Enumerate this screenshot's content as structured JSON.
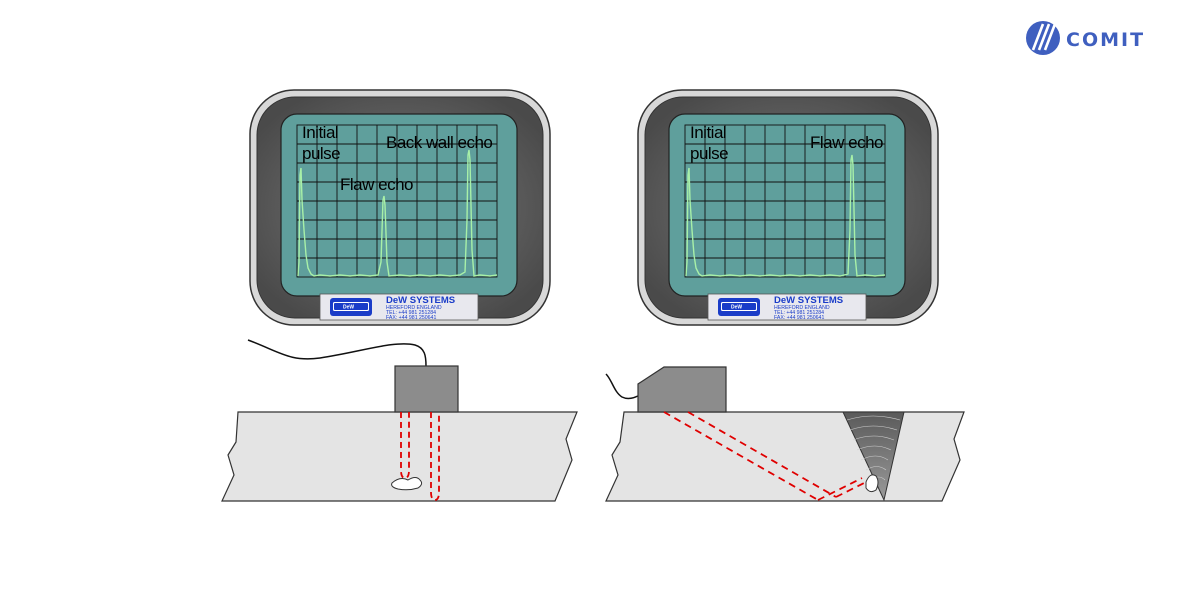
{
  "logo": {
    "text": "COMIT",
    "color": "#3f5fbf"
  },
  "monitor_brand": {
    "name": "DeW SYSTEMS",
    "location": "HEREFORD ENGLAND",
    "tel": "TEL:  +44  981  251284",
    "fax": "FAX:  +44  981  250641",
    "badge": "DeW",
    "color": "#1a3cc8"
  },
  "screens": [
    {
      "labels": {
        "initial_line1": "Initial",
        "initial_line2": "pulse",
        "back_wall": "Back wall echo",
        "flaw": "Flaw echo"
      }
    },
    {
      "labels": {
        "initial_line1": "Initial",
        "initial_line2": "pulse",
        "flaw": "Flaw echo"
      }
    }
  ],
  "colors": {
    "screen": "#5f9f9c",
    "trace": "#a8f0a8",
    "beam": "#e00000",
    "probe": "#8c8c8c",
    "specimen": "#e4e4e4"
  }
}
